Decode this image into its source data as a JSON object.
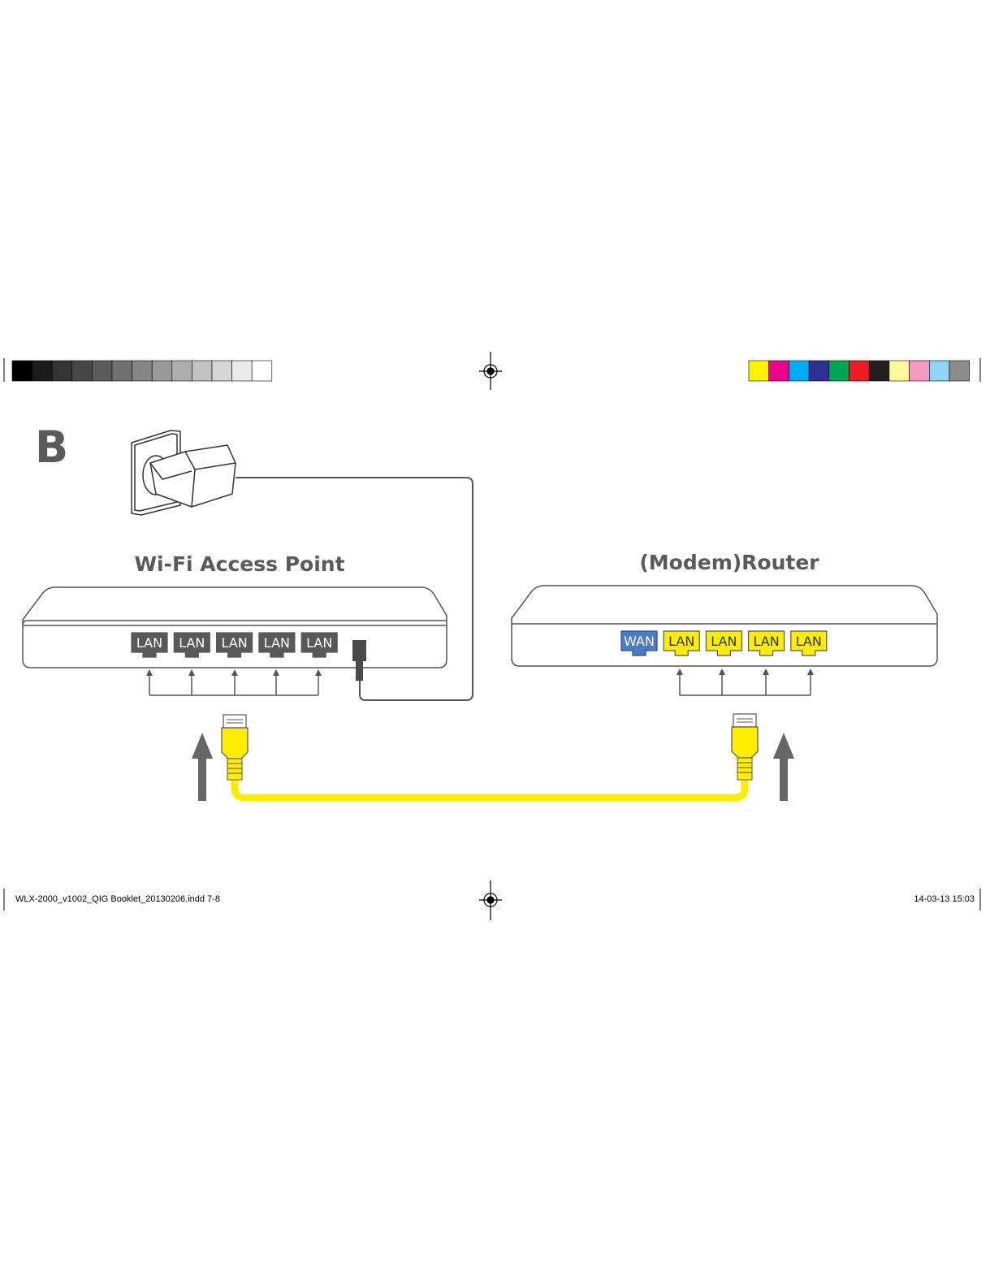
{
  "section_letter": "B",
  "left_device": {
    "title": "Wi-Fi Access Point",
    "ports": [
      "LAN",
      "LAN",
      "LAN",
      "LAN",
      "LAN"
    ]
  },
  "right_device": {
    "title": "(Modem)Router",
    "ports": [
      "WAN",
      "LAN",
      "LAN",
      "LAN",
      "LAN"
    ]
  },
  "colors": {
    "cable": "#ffec00",
    "port_dark": "#595959",
    "port_wan": "#4d7bc2",
    "port_lan_router": "#ffec00",
    "line": "#555555",
    "arrow": "#666666"
  },
  "gray_swatches": [
    "#000000",
    "#1c1c1c",
    "#333333",
    "#474747",
    "#5c5c5c",
    "#707070",
    "#858585",
    "#999999",
    "#adadad",
    "#c2c2c2",
    "#d6d6d6",
    "#ebebeb",
    "#ffffff"
  ],
  "color_swatches": [
    "#fff200",
    "#ec008c",
    "#00aeef",
    "#2e3192",
    "#00a651",
    "#ed1c24",
    "#231f20",
    "#fff799",
    "#f49ac1",
    "#8fd3f5",
    "#8c8c8c"
  ],
  "footer": {
    "left": "WLX-2000_v1002_QIG Booklet_20130206.indd   7-8",
    "right": "14-03-13   15:03"
  }
}
